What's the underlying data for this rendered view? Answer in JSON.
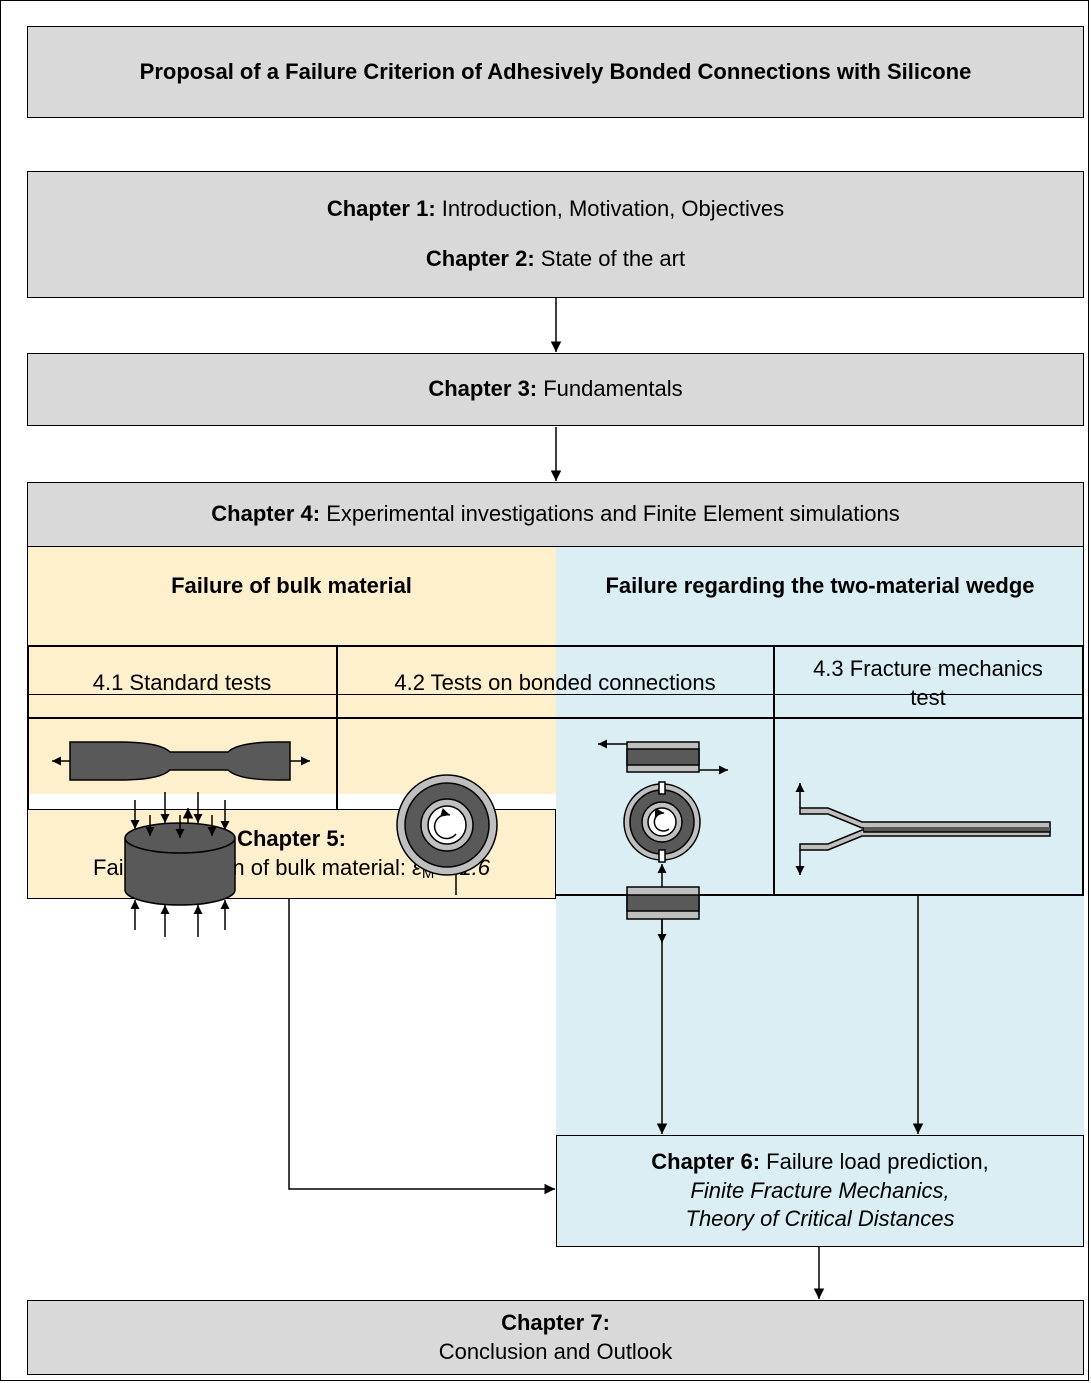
{
  "title": "Proposal of a Failure Criterion of Adhesively Bonded Connections with Silicone",
  "ch1": {
    "bold": "Chapter 1:",
    "text": " Introduction, Motivation, Objectives"
  },
  "ch2": {
    "bold": "Chapter 2:",
    "text": " State of the art"
  },
  "ch3": {
    "bold": "Chapter 3:",
    "text": " Fundamentals"
  },
  "ch4": {
    "bold": "Chapter 4:",
    "text": " Experimental investigations and Finite Element simulations"
  },
  "bulk_heading": "Failure of bulk material",
  "wedge_heading": "Failure regarding the two-material wedge",
  "sub41": "4.1 Standard tests",
  "sub42": "4.2 Tests on bonded connections",
  "sub43_line1": "4.3 Fracture mechanics",
  "sub43_line2": "test",
  "ch5": {
    "bold": "Chapter 5:",
    "text": "Failure criterion of bulk material: ",
    "sym": "ε",
    "sub": "M",
    "eq": " = 1.6"
  },
  "ch6": {
    "bold": "Chapter 6:",
    "text": " Failure load prediction,",
    "line2": "Finite Fracture Mechanics,",
    "line3": "Theory of Critical Distances"
  },
  "ch7": {
    "bold": "Chapter 7:",
    "text": "Conclusion and Outlook"
  },
  "colors": {
    "yellow": "#fef0cd",
    "blue": "#daeef3",
    "grey": "#d9d9d9",
    "specimen": "#595959",
    "lightgrey": "#bfbfbf"
  },
  "icons": [
    "dogbone-tension-specimen-icon",
    "compression-cylinder-specimen-icon",
    "annular-torsion-specimen-icon",
    "lap-shear-specimen-icon",
    "tension-specimen-icon",
    "fracture-specimen-icon"
  ]
}
